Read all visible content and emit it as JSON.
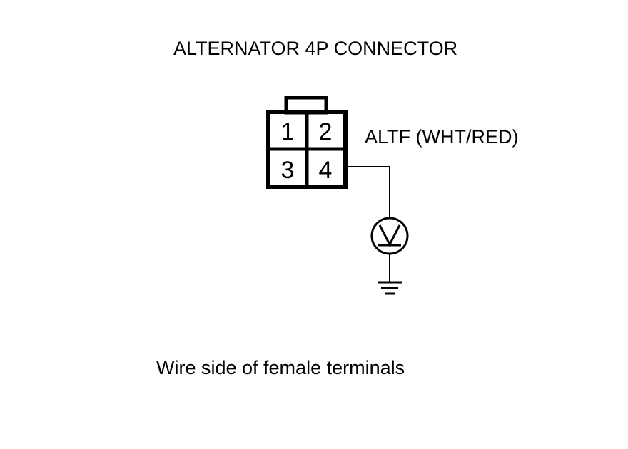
{
  "title": "ALTERNATOR 4P CONNECTOR",
  "connector": {
    "pins": [
      "1",
      "2",
      "3",
      "4"
    ]
  },
  "wire_label": "ALTF (WHT/RED)",
  "caption": "Wire side of female terminals",
  "symbols": {
    "meter": "voltmeter-icon",
    "ground": "ground-icon"
  },
  "colors": {
    "line": "#000000",
    "background": "#ffffff"
  }
}
